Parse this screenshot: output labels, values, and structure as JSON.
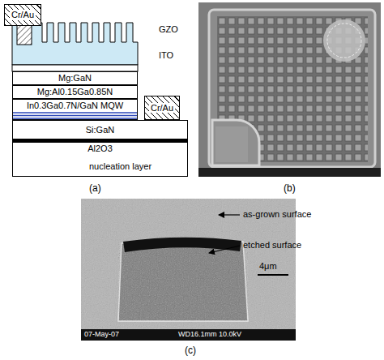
{
  "diagram": {
    "nodes": [
      {
        "text": [
          "Cr/Au"
        ]
      },
      {
        "text": [
          "Mg:GaN"
        ]
      },
      {
        "text": [
          "Mg:Al0.15Ga0.85N"
        ]
      },
      {
        "text": [
          "In0.3Ga0.7N/GaN MQW"
        ]
      },
      {
        "text": [
          "Si:GaN"
        ]
      },
      {
        "text": [
          "Cr/Au"
        ]
      },
      {
        "text": [
          "Al2O3"
        ]
      }
    ],
    "labels": [
      "GZO",
      "ITO",
      "nucleation layer",
      "(a)",
      "(b)",
      "as-grown surface",
      "etched surface",
      "4μm",
      "07-May-07",
      "WD16.1mm 10.0kV",
      "(c)"
    ]
  }
}
